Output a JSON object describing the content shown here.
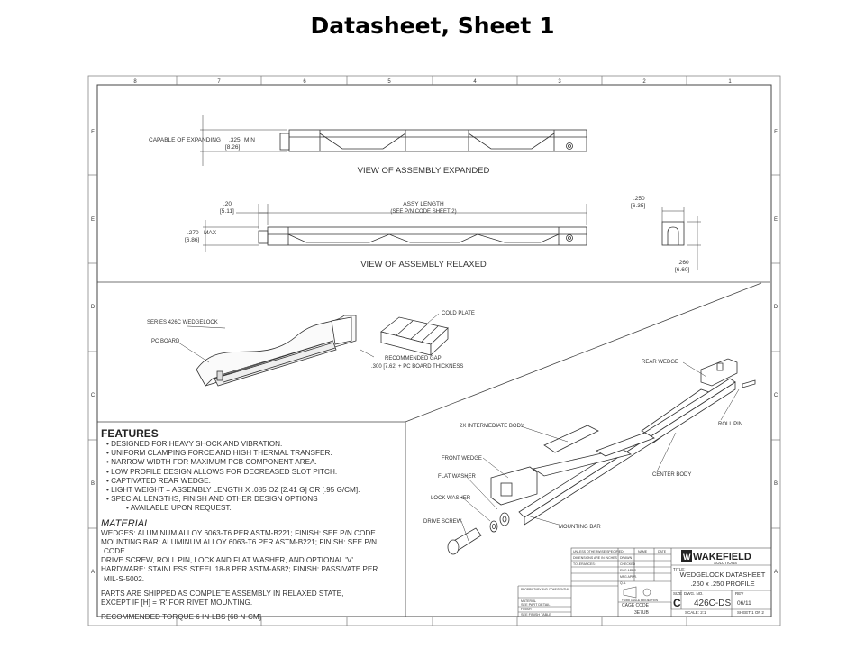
{
  "slide_title": "Datasheet, Sheet 1",
  "border": {
    "top_numbers": [
      "8",
      "7",
      "6",
      "5",
      "4",
      "3",
      "2",
      "1"
    ],
    "side_letters": [
      "F",
      "E",
      "D",
      "C",
      "B",
      "A"
    ]
  },
  "views": {
    "expanded_caption": "VIEW OF ASSEMBLY EXPANDED",
    "capable_label": "CAPABLE OF EXPANDING",
    "capable_value": ".325",
    "capable_suffix": "MIN",
    "capable_mm": "[8.26]",
    "relaxed_caption": "VIEW OF ASSEMBLY RELAXED",
    "dim_20": ".20",
    "dim_20_mm": "[5.11]",
    "assy_length": "ASSY LENGTH",
    "assy_length_note": "(SEE P/N CODE SHEET 2)",
    "dim_270": ".270",
    "dim_270_suffix": "MAX",
    "dim_270_mm": "[6.86]",
    "dim_250": ".250",
    "dim_250_mm": "[6.35]",
    "dim_260": ".260",
    "dim_260_mm": "[6.60]"
  },
  "mounting": {
    "series_label": "SERIES 426C WEDGELOCK",
    "pc_board": "PC BOARD",
    "cold_plate": "COLD PLATE",
    "gap_label": "RECOMMENDED GAP:",
    "gap_value": ".300 [7.62] + PC BOARD THICKNESS"
  },
  "exploded": {
    "rear_wedge": "REAR WEDGE",
    "roll_pin": "ROLL PIN",
    "intermediate_body": "2X INTERMEDIATE BODY",
    "front_wedge": "FRONT WEDGE",
    "center_body": "CENTER BODY",
    "flat_washer": "FLAT WASHER",
    "lock_washer": "LOCK WASHER",
    "drive_screw": "DRIVE SCREW",
    "mounting_bar": "MOUNTING BAR"
  },
  "features": {
    "heading": "FEATURES",
    "items": [
      "DESIGNED FOR HEAVY SHOCK AND VIBRATION.",
      "UNIFORM CLAMPING FORCE AND HIGH THERMAL TRANSFER.",
      "NARROW WIDTH FOR MAXIMUM PCB COMPONENT AREA.",
      "LOW PROFILE DESIGN ALLOWS FOR DECREASED SLOT PITCH.",
      "CAPTIVATED REAR WEDGE.",
      "LIGHT WEIGHT = ASSEMBLY LENGTH X .085 OZ [2.41 G] OR [.95 G/CM].",
      "SPECIAL LENGTHS, FINISH AND OTHER DESIGN OPTIONS",
      "AVAILABLE UPON REQUEST."
    ],
    "material_heading": "MATERIAL",
    "material_lines": [
      "WEDGES:  ALUMINUM ALLOY 6063-T6 PER ASTM-B221;  FINISH:  SEE P/N CODE.",
      "MOUNTING BAR:  ALUMINUM ALLOY 6063-T6 PER ASTM-B221;  FINISH:  SEE P/N",
      " CODE.",
      "DRIVE SCREW, ROLL PIN, LOCK AND FLAT WASHER, AND OPTIONAL 'V'",
      "HARDWARE:  STAINLESS STEEL 18-8 PER ASTM-A582;  FINISH:  PASSIVATE PER",
      " MIL-S-5002."
    ],
    "shipping_lines": [
      "PARTS ARE SHIPPED AS COMPLETE ASSEMBLY IN RELAXED STATE,",
      "EXCEPT IF [H] = 'R' FOR RIVET MOUNTING."
    ],
    "torque": "RECOMMENDED TORQUE 6 IN-LBS [68 N-CM]"
  },
  "title_block": {
    "company": "WAKEFIELD",
    "company_sub": "SOLUTIONS",
    "title_label": "TITLE:",
    "title_line1": "WEDGELOCK DATASHEET",
    "title_line2": ".260 x .250 PROFILE",
    "size_label": "SIZE",
    "size": "C",
    "dwg_label": "DWG.  NO.",
    "dwg_no": "426C-DS",
    "rev_label": "REV",
    "rev": "06/11",
    "cage_label": "CAGE CODE",
    "cage": "3E7UB",
    "scale": "SCALE: 2:1",
    "sheet": "SHEET 1 OF 2",
    "see_part_detail": "SEE PART DETAIL",
    "see_finish_table": "SEE FINISH TABLE",
    "proprietary": "PROPRIETARY AND CONFIDENTIAL",
    "unless": "UNLESS OTHERWISE SPECIFIED:",
    "dims_in": "DIMENSIONS ARE IN INCHES",
    "tolerances": "TOLERANCES:",
    "name": "NAME",
    "date": "DATE",
    "drawn": "DRAWN",
    "checked": "CHECKED",
    "eng_appr": "ENG APPR.",
    "mfg_appr": "MFG APPR.",
    "qa": "Q.A.",
    "third_angle": "THIRD ANGLE PROJECTION",
    "material_label": "MATERIAL",
    "finish_label": "FINISH"
  }
}
